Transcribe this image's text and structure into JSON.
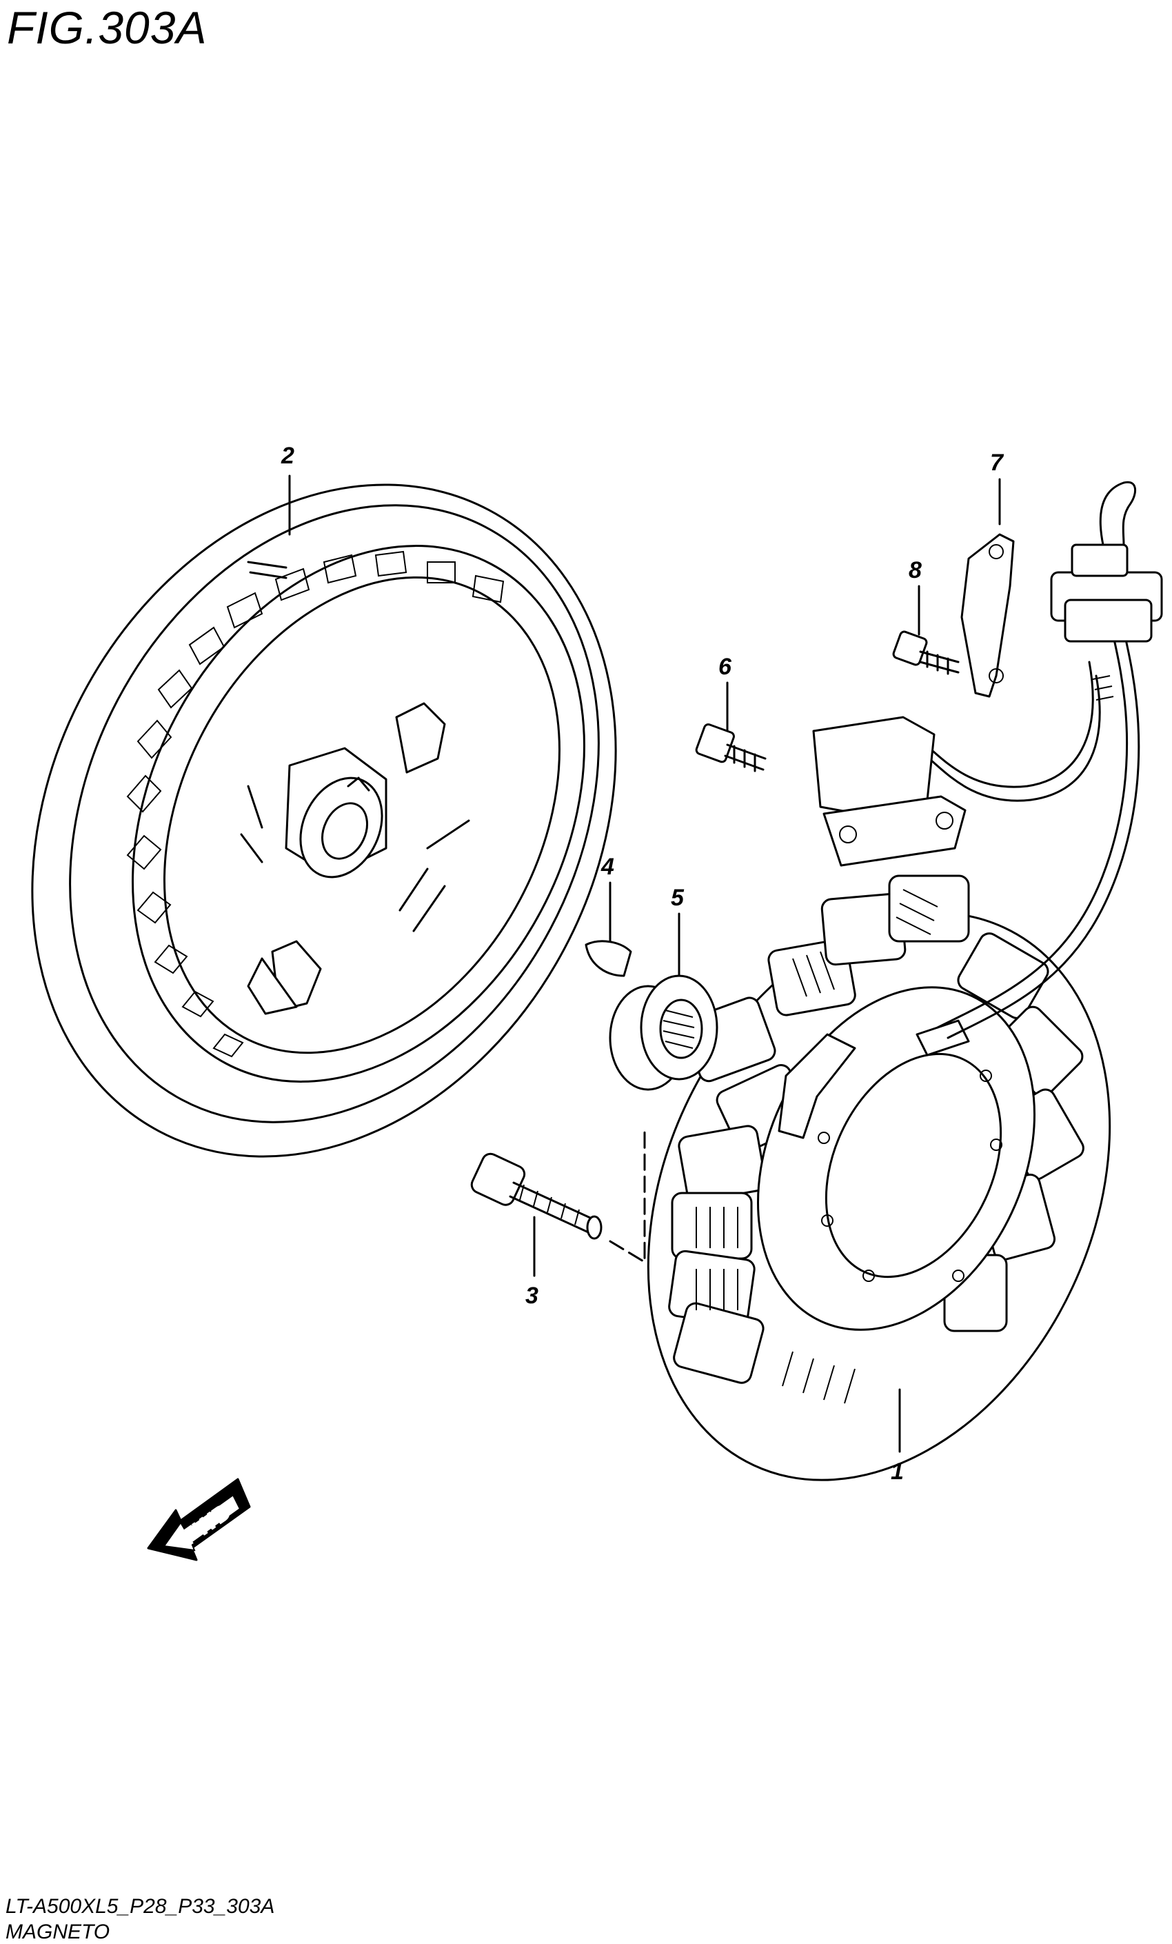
{
  "figure": {
    "title": "FIG.303A",
    "model_code": "LT-A500XL5_P28_P33_303A",
    "name": "MAGNETO"
  },
  "callouts": [
    "1",
    "2",
    "3",
    "4",
    "5",
    "6",
    "7",
    "8"
  ],
  "direction_badge": "FWD"
}
